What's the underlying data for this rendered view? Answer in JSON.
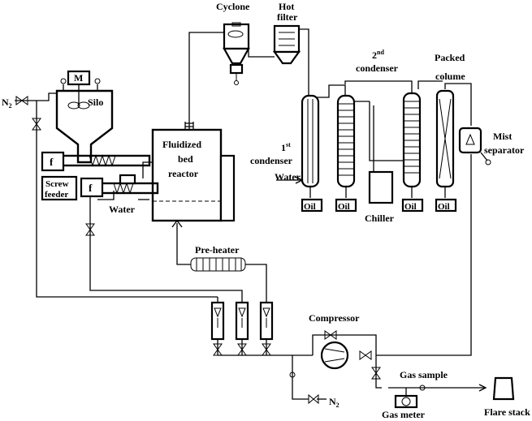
{
  "labels": {
    "cyclone": "Cyclone",
    "hot_filter_1": "Hot",
    "hot_filter_2": "filter",
    "cond2_num": "2",
    "cond2_sup": "nd",
    "cond2_word": "condenser",
    "packed_1": "Packed",
    "packed_2": "colume",
    "mist_1": "Mist",
    "mist_2": "separator",
    "n2_top": "N",
    "n2_top_sub": "2",
    "motor": "M",
    "silo": "Silo",
    "f_upper": "f",
    "f_lower": "f",
    "screw_1": "Screw",
    "screw_2": "feeder",
    "water_feeder": "Water",
    "reactor_1": "Fluidized",
    "reactor_2": "bed",
    "reactor_3": "reactor",
    "cond1_num": "1",
    "cond1_sup": "st",
    "cond1_word": "condenser",
    "water_cond": "Water",
    "oil_1": "Oil",
    "oil_2": "Oil",
    "oil_3": "Oil",
    "oil_4": "Oil",
    "chiller": "Chiller",
    "preheater": "Pre-heater",
    "compressor": "Compressor",
    "gas_sample": "Gas sample",
    "n2_bottom": "N",
    "n2_bottom_sub": "2",
    "gas_meter": "Gas meter",
    "flare_stack": "Flare stack"
  }
}
